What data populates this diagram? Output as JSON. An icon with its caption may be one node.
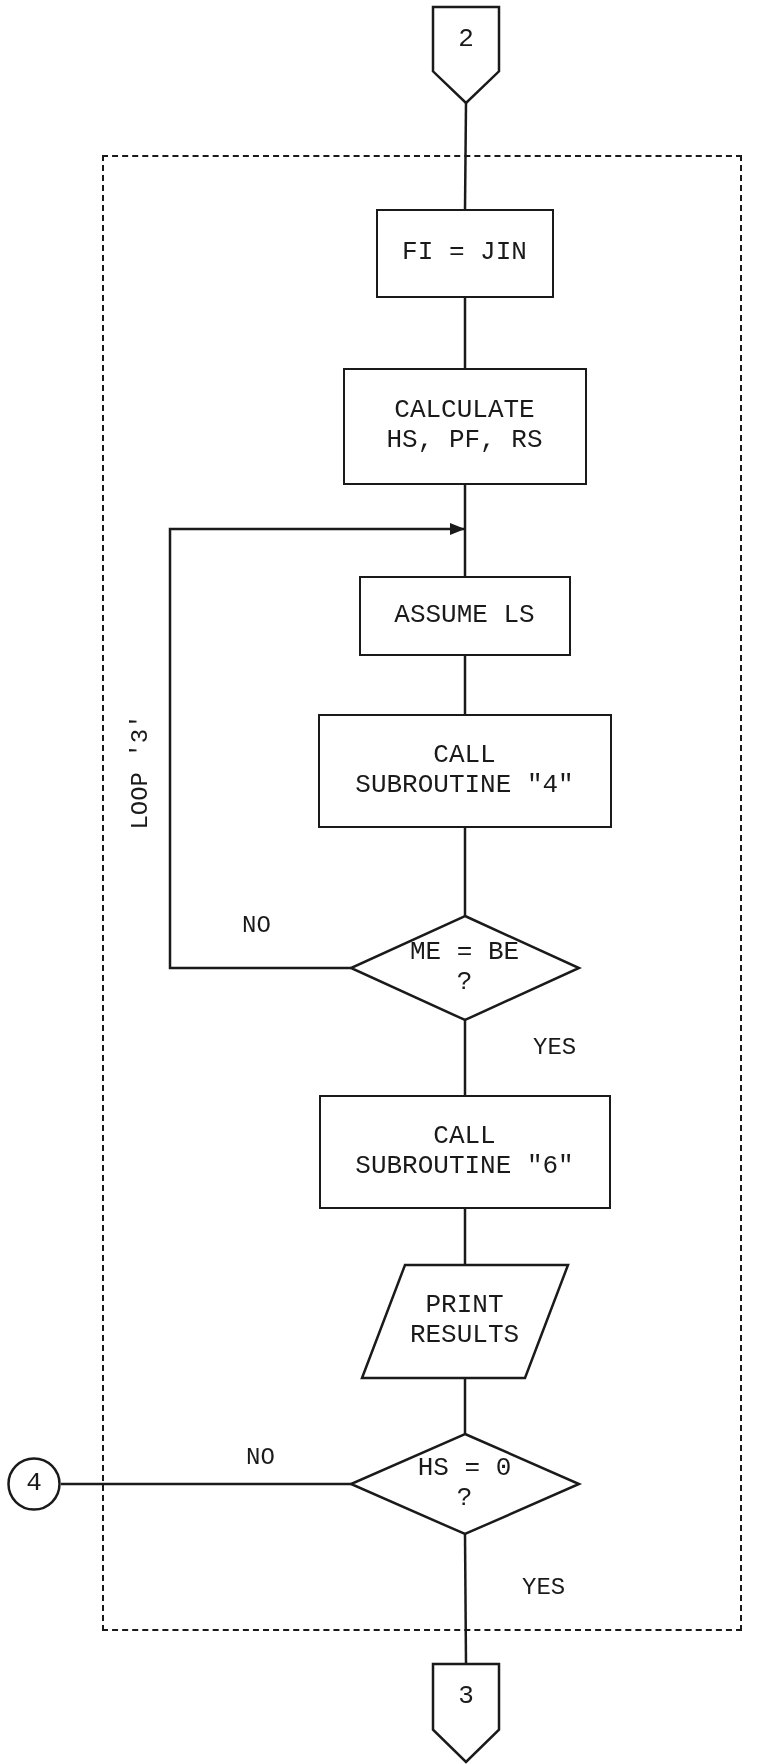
{
  "diagram": {
    "nodes": [
      {
        "text": [
          "2"
        ]
      },
      {
        "text": [],
        "shape": "box"
      },
      {
        "text": [
          "FI = JIN"
        ],
        "in": 1
      },
      {
        "text": [
          "CALCULATE HS, PF, RS"
        ],
        "in": 1
      },
      {
        "text": [
          "ASSUME LS"
        ],
        "in": 1
      },
      {
        "text": [
          "CALL SUBROUTINE \"4\""
        ],
        "in": 1
      },
      {
        "text": [
          "ME = BE ?"
        ],
        "in": 1
      },
      {
        "text": [
          "CALL SUBROUTINE \"6\""
        ],
        "in": 1
      },
      {
        "text": [
          "PRINT RESULTS"
        ],
        "in": 1
      },
      {
        "text": [
          "HS = 0 ?"
        ],
        "in": 1
      },
      {
        "text": [
          "4"
        ]
      },
      {
        "text": [
          "3"
        ]
      }
    ],
    "edges": [
      {
        "from": 0,
        "to": 2,
        "arrow": "none"
      },
      {
        "from": 2,
        "to": 3,
        "arrow": "none"
      },
      {
        "from": 3,
        "to": 4,
        "arrow": "none"
      },
      {
        "from": 4,
        "to": 5,
        "arrow": "none"
      },
      {
        "from": 5,
        "to": 6,
        "arrow": "none"
      },
      {
        "from": 6,
        "to": 4,
        "arrow": "to",
        "label": "NO"
      },
      {
        "from": 6,
        "to": 7,
        "arrow": "none",
        "label": "YES"
      },
      {
        "from": 7,
        "to": 8,
        "arrow": "none"
      },
      {
        "from": 8,
        "to": 9,
        "arrow": "none"
      },
      {
        "from": 9,
        "to": 10,
        "arrow": "none",
        "label": "NO"
      },
      {
        "from": 9,
        "to": 11,
        "arrow": "none",
        "label": "YES"
      }
    ],
    "labels": [
      "LOOP '3'"
    ]
  }
}
